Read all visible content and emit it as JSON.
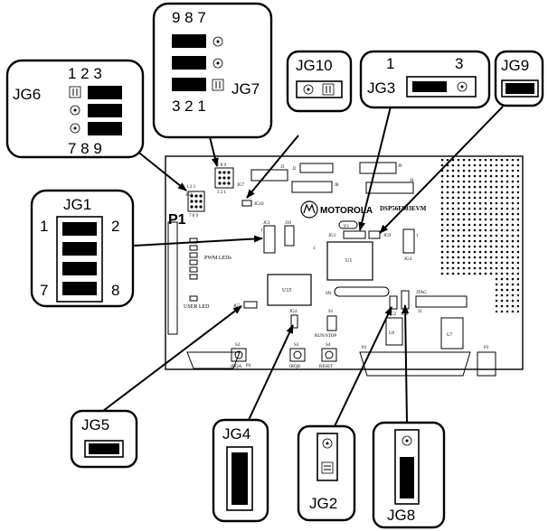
{
  "callouts": {
    "jg6": {
      "name": "JG6",
      "top_pins": "1 2 3",
      "bottom_pins": "7 8 9"
    },
    "jg7": {
      "name": "JG7",
      "top_pins": "9 8 7",
      "bottom_pins": "3 2 1"
    },
    "jg10": {
      "name": "JG10"
    },
    "jg3": {
      "name": "JG3",
      "pin_left": "1",
      "pin_right": "3"
    },
    "jg9": {
      "name": "JG9"
    },
    "jg1": {
      "name": "JG1",
      "pin_1": "1",
      "pin_2": "2",
      "pin_7": "7",
      "pin_8": "8"
    },
    "jg5": {
      "name": "JG5"
    },
    "jg4": {
      "name": "JG4"
    },
    "jg2": {
      "name": "JG2"
    },
    "jg8": {
      "name": "JG8"
    }
  },
  "board": {
    "connector_p1": "P1",
    "logo_text": "MOTOROLA",
    "model": "DSP56F803EVM",
    "pwm_leds": "PWM LEDs",
    "user_led": "USER LED",
    "chip_u15": "U15",
    "chip_u1": "U1",
    "crystal_y1": "Y1",
    "sn": "SN",
    "jtag": "JTAG",
    "switch_s1": "S1",
    "run_stop": "RUN/STOP",
    "s2": "S2",
    "s3": "S3",
    "s4": "S4",
    "irqa": "IRQA",
    "irqb": "IRQB",
    "reset": "RESET",
    "p2": "P2",
    "p3": "P3",
    "p4": "P4",
    "u6": "U6",
    "u7": "U7",
    "j1": "J1",
    "j2": "J2",
    "j3": "J3",
    "j4": "J4",
    "j8": "J8",
    "j9": "J9",
    "j10": "J10",
    "jg1": "JG1",
    "jg2": "JG2",
    "jg3": "JG3",
    "jg4": "JG4",
    "jg5": "JG5",
    "jg6": "JG6",
    "jg7": "JG7",
    "jg8": "JG8",
    "jg9": "JG9",
    "jg10": "JG10",
    "pin_1": "1",
    "jg6_pins_top": "1 2 3",
    "jg6_pins_bottom": "7 8 9",
    "jg7_pins_top": "7 8 9",
    "jg7_pins_bottom": "3 2 1"
  }
}
